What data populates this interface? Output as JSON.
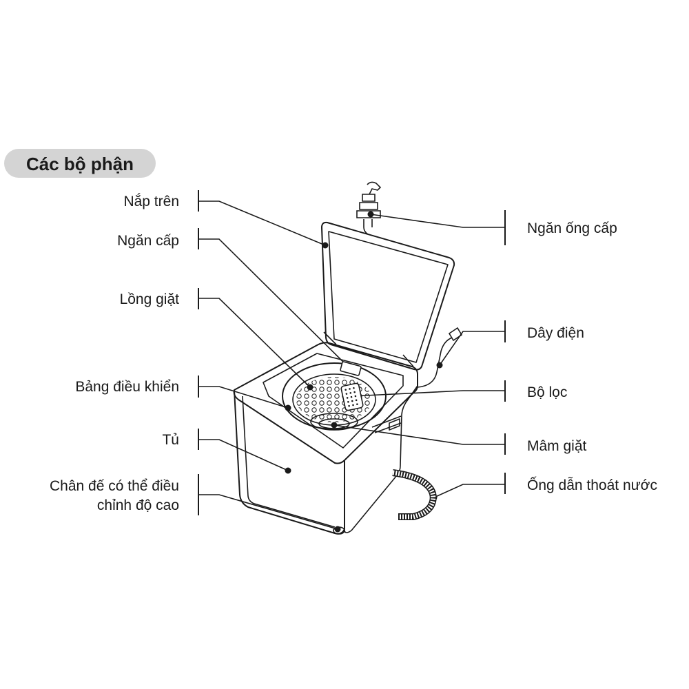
{
  "title": "Các bộ phận",
  "labels": {
    "nap_tren": "Nắp trên",
    "ngan_cap": "Ngăn cấp",
    "long_giat": "Lồng giặt",
    "bang_dieu_khien": "Bảng điều khiển",
    "tu": "Tủ",
    "chan_de_line1": "Chân đế có thể điều",
    "chan_de_line2": "chỉnh độ cao",
    "ngan_ong_cap": "Ngăn ống cấp",
    "day_dien": "Dây điện",
    "bo_loc": "Bộ lọc",
    "mam_giat": "Mâm giặt",
    "ong_dan_thoat_nuoc": "Ống dẫn thoát nước"
  }
}
